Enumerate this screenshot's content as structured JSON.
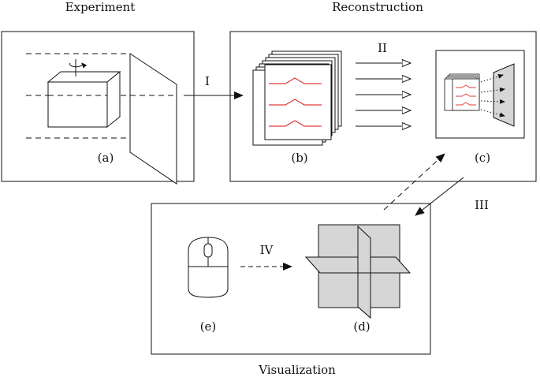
{
  "titles": {
    "experiment": "Experiment",
    "reconstruction": "Reconstruction",
    "visualization": "Visualization"
  },
  "labels": {
    "a": "(a)",
    "b": "(b)",
    "c": "(c)",
    "d": "(d)",
    "e": "(e)"
  },
  "steps": {
    "I": "I",
    "II": "II",
    "III": "III",
    "IV": "IV"
  },
  "colors": {
    "stroke": "#111111",
    "red": "#e23b3b",
    "panel_gray": "#d6d6d6"
  }
}
